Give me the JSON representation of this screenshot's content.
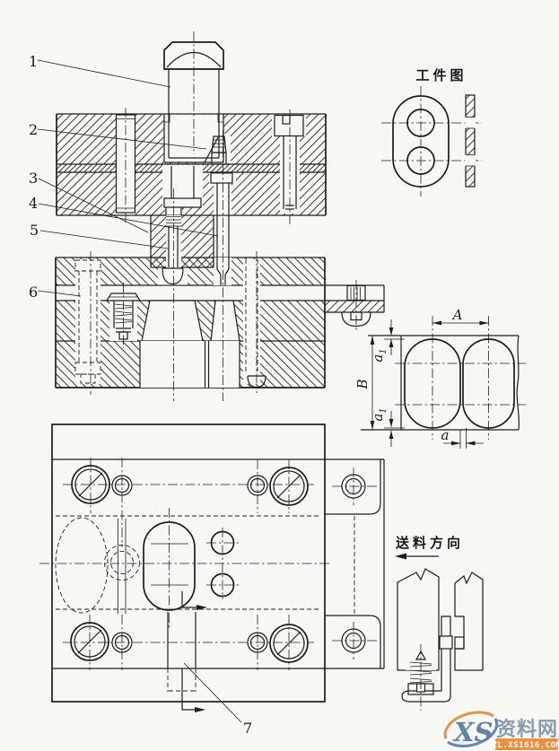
{
  "callouts": {
    "n1": "1",
    "n2": "2",
    "n3": "3",
    "n4": "4",
    "n5": "5",
    "n6": "6",
    "n7": "7"
  },
  "workpiece_view": {
    "title": "工件图"
  },
  "strip_layout": {
    "pitch": "A",
    "width": "B",
    "web": "a",
    "margin_base": "a",
    "margin_sub": "1"
  },
  "feed_note": {
    "label": "送料方向"
  },
  "watermark": {
    "logo": "XS",
    "site_name": "资料网",
    "url": "ZL.XS1616.COM"
  },
  "colors": {
    "ink": "#1f1e1b",
    "paper": "#f7f7f4",
    "watermark_orange": "#e8872e",
    "watermark_blue": "#54779e"
  }
}
